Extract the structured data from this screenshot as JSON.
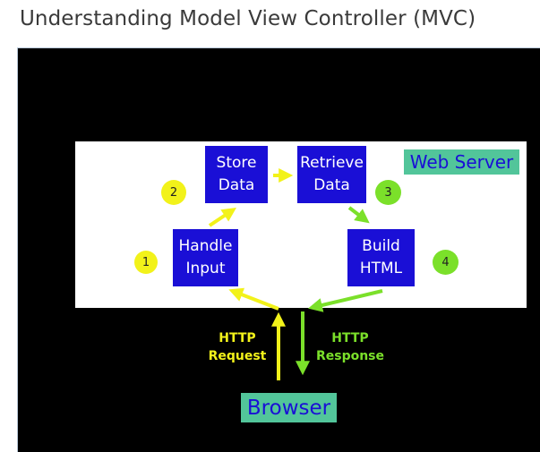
{
  "page": {
    "title": "Understanding Model View Controller (MVC)"
  },
  "diagram": {
    "server_label": "Web Server",
    "browser_label": "Browser",
    "steps": {
      "handle": {
        "line1": "Handle",
        "line2": "Input",
        "number": "1"
      },
      "store": {
        "line1": "Store",
        "line2": "Data",
        "number": "2"
      },
      "retrieve": {
        "line1": "Retrieve",
        "line2": "Data",
        "number": "3"
      },
      "build": {
        "line1": "Build",
        "line2": "HTML",
        "number": "4"
      }
    },
    "http_request": {
      "line1": "HTTP",
      "line2": "Request"
    },
    "http_response": {
      "line1": "HTTP",
      "line2": "Response"
    },
    "colors": {
      "box": "#1a0fd6",
      "label_bg": "#52c59a",
      "request_arrow": "#f2f21a",
      "response_arrow": "#7be02a",
      "badge_yellow": "#f2f21a",
      "badge_green": "#7be02a"
    }
  }
}
